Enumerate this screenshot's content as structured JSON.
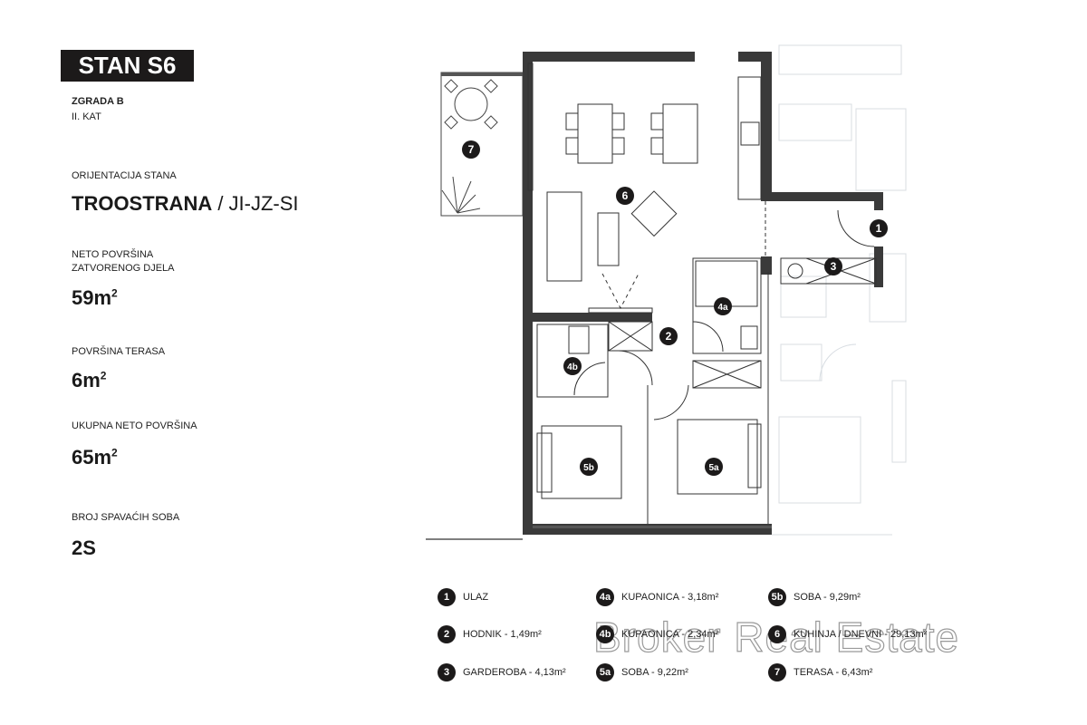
{
  "header": {
    "title": "STAN S6",
    "building": "ZGRADA B",
    "floor": "II. KAT"
  },
  "orientation": {
    "label": "ORIJENTACIJA STANA",
    "value_bold": "TROOSTRANA",
    "value_rest": " / JI-JZ-SI"
  },
  "net_area": {
    "label_line1": "NETO POVRŠINA",
    "label_line2": "ZATVORENOG DJELA",
    "value": "59m",
    "unit_sup": "2"
  },
  "terrace_area": {
    "label": "POVRŠINA TERASA",
    "value": "6m",
    "unit_sup": "2"
  },
  "total_area": {
    "label": "UKUPNA NETO POVRŠINA",
    "value": "65m",
    "unit_sup": "2"
  },
  "bedrooms": {
    "label": "BROJ SPAVAĆIH SOBA",
    "value": "2S"
  },
  "plan_markers": [
    "7",
    "6",
    "1",
    "3",
    "4a",
    "2",
    "4b",
    "5b",
    "5a"
  ],
  "legend": [
    {
      "id": "1",
      "label": "ULAZ"
    },
    {
      "id": "2",
      "label": "HODNIK - 1,49m²"
    },
    {
      "id": "3",
      "label": "GARDEROBA - 4,13m²"
    },
    {
      "id": "4a",
      "label": "KUPAONICA - 3,18m²"
    },
    {
      "id": "4b",
      "label": "KUPAONICA - 2,34m²"
    },
    {
      "id": "5a",
      "label": "SOBA - 9,22m²"
    },
    {
      "id": "5b",
      "label": "SOBA - 9,29m²"
    },
    {
      "id": "6",
      "label": "KUHINJA / DNEVNI - 29,13m²"
    },
    {
      "id": "7",
      "label": "TERASA - 6,43m²"
    }
  ],
  "watermark": "Broker Real Estate",
  "colors": {
    "dark": "#1c1a1a",
    "wall": "#3a3a3a",
    "neighbor": "#d8dde2"
  }
}
